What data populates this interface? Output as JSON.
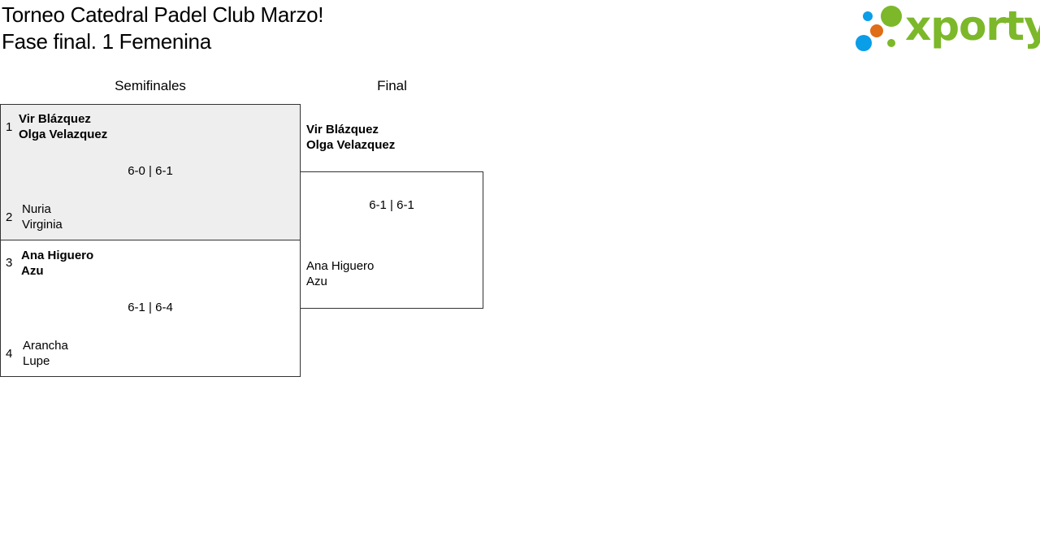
{
  "header": {
    "title_line1": "Torneo Catedral Padel Club Marzo!",
    "title_line2": "Fase final. 1 Femenina"
  },
  "logo": {
    "text": "xporty",
    "colors": {
      "green": "#7cb82a",
      "blue": "#0a9de8",
      "orange": "#e06d17"
    }
  },
  "rounds": [
    "Semifinales",
    "Final"
  ],
  "semifinals": [
    {
      "top": {
        "seed": "1",
        "players": [
          "Vir Blázquez",
          "Olga Velazquez"
        ]
      },
      "bottom": {
        "seed": "2",
        "players": [
          "Nuria",
          "Virginia"
        ]
      },
      "score": "6-0 | 6-1"
    },
    {
      "top": {
        "seed": "3",
        "players": [
          "Ana Higuero",
          "Azu"
        ]
      },
      "bottom": {
        "seed": "4",
        "players": [
          "Arancha",
          "Lupe"
        ]
      },
      "score": "6-1 | 6-4"
    }
  ],
  "final": {
    "top": {
      "players": [
        "Vir Blázquez",
        "Olga Velazquez"
      ]
    },
    "bottom": {
      "players": [
        "Ana Higuero",
        "Azu"
      ]
    },
    "score": "6-1 | 6-1"
  }
}
